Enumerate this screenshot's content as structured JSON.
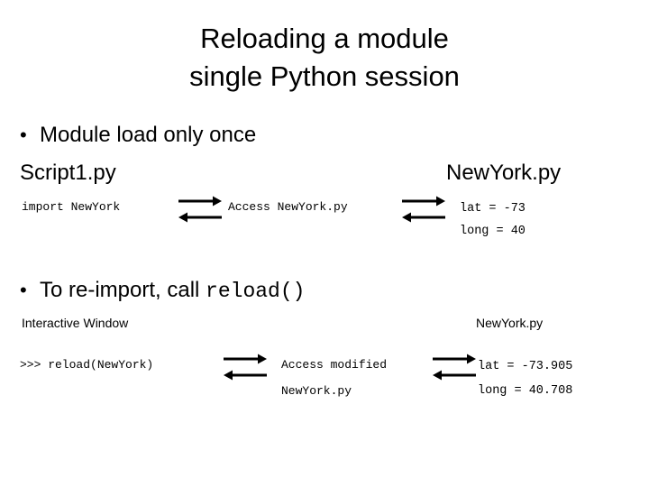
{
  "slide": {
    "title": {
      "line1": "Reloading a module",
      "line2": "single Python session"
    },
    "section1": {
      "bullet": "Module load only once",
      "bullet_marker": "•",
      "left_file_label": "Script1.py",
      "right_file_label": "NewYork.py",
      "left_code": "import NewYork",
      "middle_code": "Access NewYork.py",
      "right_code_line1": "lat = -73",
      "right_code_line2": "long = 40",
      "arrow1": "bidirectional-arrow-pair",
      "arrow2": "bidirectional-arrow-pair"
    },
    "section2": {
      "bullet_marker": "•",
      "bullet_prefix": "To re-import, call ",
      "bullet_mono": "reload()",
      "left_file_label": "Interactive Window",
      "right_file_label": "NewYork.py",
      "left_code": ">>> reload(NewYork)",
      "middle_code_line1": "Access modified",
      "middle_code_line2": "NewYork.py",
      "right_code_line1": "lat = -73.905",
      "right_code_line2": "long = 40.708",
      "arrow1": "bidirectional-arrow-pair",
      "arrow2": "bidirectional-arrow-pair"
    },
    "colors": {
      "background": "#ffffff",
      "text": "#000000",
      "arrow": "#000000"
    }
  }
}
